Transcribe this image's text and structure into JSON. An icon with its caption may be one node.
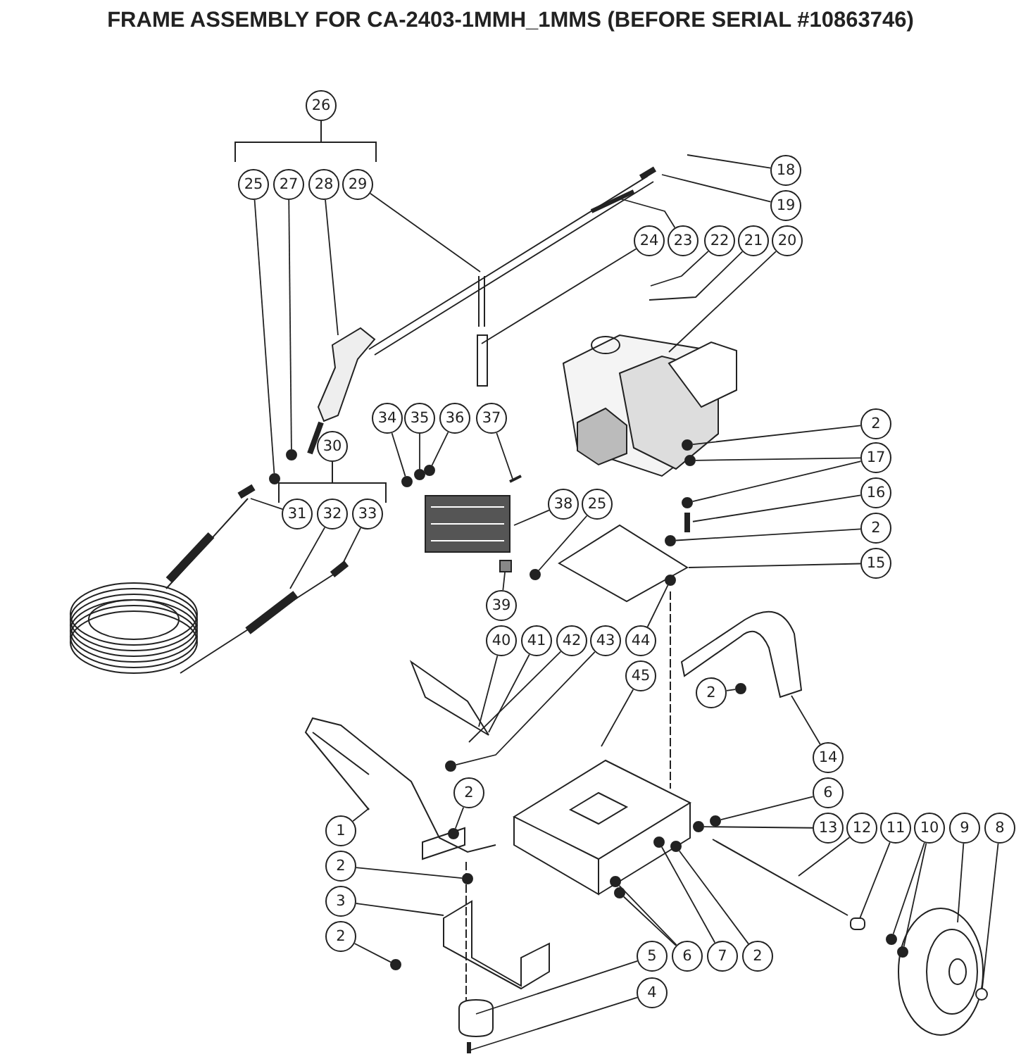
{
  "diagram": {
    "title": "FRAME ASSEMBLY FOR CA-2403-1MMH_1MMS (BEFORE SERIAL #10863746)",
    "nodes": [
      {
        "text": [
          "26"
        ]
      },
      {
        "text": [
          "25"
        ]
      },
      {
        "text": [
          "27"
        ]
      },
      {
        "text": [
          "28"
        ]
      },
      {
        "text": [
          "29"
        ]
      },
      {
        "text": [
          "18"
        ]
      },
      {
        "text": [
          "19"
        ]
      },
      {
        "text": [
          "24"
        ]
      },
      {
        "text": [
          "23"
        ]
      },
      {
        "text": [
          "22"
        ]
      },
      {
        "text": [
          "21"
        ]
      },
      {
        "text": [
          "20"
        ]
      },
      {
        "text": [
          "34"
        ]
      },
      {
        "text": [
          "35"
        ]
      },
      {
        "text": [
          "36"
        ]
      },
      {
        "text": [
          "37"
        ]
      },
      {
        "text": [
          "2"
        ]
      },
      {
        "text": [
          "30"
        ]
      },
      {
        "text": [
          "17"
        ]
      },
      {
        "text": [
          "16"
        ]
      },
      {
        "text": [
          "38"
        ]
      },
      {
        "text": [
          "25"
        ]
      },
      {
        "text": [
          "31"
        ]
      },
      {
        "text": [
          "32"
        ]
      },
      {
        "text": [
          "33"
        ]
      },
      {
        "text": [
          "2"
        ]
      },
      {
        "text": [
          "15"
        ]
      },
      {
        "text": [
          "39"
        ]
      },
      {
        "text": [
          "40"
        ]
      },
      {
        "text": [
          "41"
        ]
      },
      {
        "text": [
          "42"
        ]
      },
      {
        "text": [
          "43"
        ]
      },
      {
        "text": [
          "44"
        ]
      },
      {
        "text": [
          "45"
        ]
      },
      {
        "text": [
          "2"
        ]
      },
      {
        "text": [
          "14"
        ]
      },
      {
        "text": [
          "2"
        ]
      },
      {
        "text": [
          "6"
        ]
      },
      {
        "text": [
          "1"
        ]
      },
      {
        "text": [
          "13"
        ]
      },
      {
        "text": [
          "12"
        ]
      },
      {
        "text": [
          "11"
        ]
      },
      {
        "text": [
          "10"
        ]
      },
      {
        "text": [
          "9"
        ]
      },
      {
        "text": [
          "8"
        ]
      },
      {
        "text": [
          "2"
        ]
      },
      {
        "text": [
          "3"
        ]
      },
      {
        "text": [
          "2"
        ]
      },
      {
        "text": [
          "5"
        ]
      },
      {
        "text": [
          "6"
        ]
      },
      {
        "text": [
          "7"
        ]
      },
      {
        "text": [
          "2"
        ]
      },
      {
        "text": [
          "4"
        ]
      },
      {
        "text": [],
        "shape": "circle"
      },
      {
        "text": [],
        "shape": "circle"
      },
      {
        "text": [],
        "shape": "circle"
      },
      {
        "text": [],
        "shape": "circle"
      },
      {
        "text": [],
        "shape": "circle"
      },
      {
        "text": [],
        "shape": "circle"
      },
      {
        "text": [],
        "shape": "circle"
      },
      {
        "text": [],
        "shape": "circle"
      },
      {
        "text": [],
        "shape": "circle"
      },
      {
        "text": [],
        "shape": "circle"
      },
      {
        "text": [],
        "shape": "circle"
      },
      {
        "text": [],
        "shape": "circle"
      },
      {
        "text": [],
        "shape": "circle"
      },
      {
        "text": [],
        "shape": "circle"
      },
      {
        "text": [],
        "shape": "circle"
      },
      {
        "text": [],
        "shape": "circle"
      },
      {
        "text": [],
        "shape": "circle"
      },
      {
        "text": [],
        "shape": "circle"
      },
      {
        "text": [],
        "shape": "circle"
      },
      {
        "text": [],
        "shape": "circle"
      },
      {
        "text": [],
        "shape": "circle"
      },
      {
        "text": [],
        "shape": "circle"
      },
      {
        "text": [],
        "shape": "circle"
      },
      {
        "text": [],
        "shape": "circle"
      },
      {
        "text": [],
        "shape": "circle"
      },
      {
        "text": [],
        "shape": "box"
      },
      {
        "text": [],
        "shape": "bar"
      },
      {
        "text": [],
        "shape": "cylinder"
      }
    ],
    "edges": [
      {
        "from": 1,
        "to": 53,
        "arrow": "none"
      },
      {
        "from": 2,
        "to": 54,
        "arrow": "none"
      },
      {
        "from": 3,
        "to": null,
        "arrow": "none"
      },
      {
        "from": 4,
        "to": null,
        "arrow": "none"
      },
      {
        "from": 5,
        "to": null,
        "arrow": "none"
      },
      {
        "from": 6,
        "to": null,
        "arrow": "none"
      },
      {
        "from": 7,
        "to": null,
        "arrow": "none"
      },
      {
        "from": 8,
        "to": null,
        "arrow": "none"
      },
      {
        "from": 9,
        "to": null,
        "arrow": "none"
      },
      {
        "from": 10,
        "to": null,
        "arrow": "none"
      },
      {
        "from": 11,
        "to": null,
        "arrow": "none"
      },
      {
        "from": 12,
        "to": 55,
        "arrow": "none"
      },
      {
        "from": 13,
        "to": 56,
        "arrow": "none"
      },
      {
        "from": 14,
        "to": 57,
        "arrow": "none"
      },
      {
        "from": 15,
        "to": null,
        "arrow": "none"
      },
      {
        "from": 16,
        "to": 59,
        "arrow": "none"
      },
      {
        "from": 18,
        "to": 60,
        "arrow": "none"
      },
      {
        "from": 18,
        "to": 61,
        "arrow": "none"
      },
      {
        "from": 19,
        "to": 79,
        "arrow": "none"
      },
      {
        "from": 25,
        "to": 62,
        "arrow": "none"
      },
      {
        "from": 26,
        "to": null,
        "arrow": "none"
      },
      {
        "from": 20,
        "to": null,
        "arrow": "none"
      },
      {
        "from": 21,
        "to": 58,
        "arrow": "none"
      },
      {
        "from": 22,
        "to": null,
        "arrow": "none"
      },
      {
        "from": 23,
        "to": null,
        "arrow": "none"
      },
      {
        "from": 24,
        "to": null,
        "arrow": "none"
      },
      {
        "from": 27,
        "to": 78,
        "arrow": "none"
      },
      {
        "from": 28,
        "to": null,
        "arrow": "none"
      },
      {
        "from": 29,
        "to": null,
        "arrow": "none"
      },
      {
        "from": 30,
        "to": null,
        "arrow": "none"
      },
      {
        "from": 31,
        "to": 68,
        "arrow": "none"
      },
      {
        "from": 32,
        "to": 63,
        "arrow": "none"
      },
      {
        "from": 33,
        "to": null,
        "arrow": "none"
      },
      {
        "from": 34,
        "to": 64,
        "arrow": "none"
      },
      {
        "from": 35,
        "to": null,
        "arrow": "none"
      },
      {
        "from": 37,
        "to": 69,
        "arrow": "none"
      },
      {
        "from": 39,
        "to": 70,
        "arrow": "none"
      },
      {
        "from": 40,
        "to": null,
        "arrow": "none"
      },
      {
        "from": 41,
        "to": 80,
        "arrow": "none"
      },
      {
        "from": 42,
        "to": 73,
        "arrow": "none"
      },
      {
        "from": 42,
        "to": 74,
        "arrow": "none"
      },
      {
        "from": 43,
        "to": null,
        "arrow": "none"
      },
      {
        "from": 44,
        "to": 77,
        "arrow": "none"
      },
      {
        "from": 38,
        "to": null,
        "arrow": "none"
      },
      {
        "from": 36,
        "to": 65,
        "arrow": "none"
      },
      {
        "from": 45,
        "to": 66,
        "arrow": "none"
      },
      {
        "from": 46,
        "to": null,
        "arrow": "none"
      },
      {
        "from": 47,
        "to": 67,
        "arrow": "none"
      },
      {
        "from": 48,
        "to": null,
        "arrow": "none"
      },
      {
        "from": 52,
        "to": null,
        "arrow": "none"
      },
      {
        "from": 49,
        "to": 75,
        "arrow": "none"
      },
      {
        "from": 49,
        "to": 76,
        "arrow": "none"
      },
      {
        "from": 50,
        "to": 71,
        "arrow": "none"
      },
      {
        "from": 51,
        "to": 72,
        "arrow": "none"
      }
    ]
  }
}
